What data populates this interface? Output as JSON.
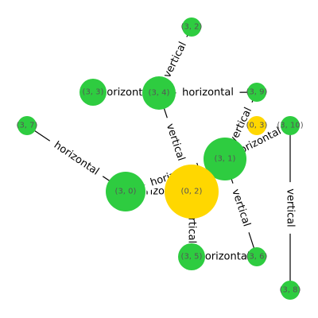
{
  "graph": {
    "colors": {
      "highlight": "#FFD700",
      "normal": "#2ECC40",
      "edge": "#000000",
      "node_label": "#555555"
    },
    "nodes": [
      {
        "id": "n32",
        "label": "(3, 2)",
        "kind": "normal"
      },
      {
        "id": "n33",
        "label": "(3, 3)",
        "kind": "normal"
      },
      {
        "id": "n34",
        "label": "(3, 4)",
        "kind": "normal"
      },
      {
        "id": "n39",
        "label": "(3, 9)",
        "kind": "normal"
      },
      {
        "id": "n37",
        "label": "(3, 7)",
        "kind": "normal"
      },
      {
        "id": "n03",
        "label": "(0, 3)",
        "kind": "highlight"
      },
      {
        "id": "n310",
        "label": "(3, 10)",
        "kind": "normal"
      },
      {
        "id": "n31",
        "label": "(3, 1)",
        "kind": "normal"
      },
      {
        "id": "n30",
        "label": "(3, 0)",
        "kind": "normal"
      },
      {
        "id": "n02",
        "label": "(0, 2)",
        "kind": "highlight"
      },
      {
        "id": "n35",
        "label": "(3, 5)",
        "kind": "normal"
      },
      {
        "id": "n36",
        "label": "(3, 6)",
        "kind": "normal"
      },
      {
        "id": "n38",
        "label": "(3, 8)",
        "kind": "normal"
      }
    ],
    "edges": [
      {
        "from": "n34",
        "to": "n32",
        "label": "vertical"
      },
      {
        "from": "n33",
        "to": "n34",
        "label": "horizontal"
      },
      {
        "from": "n34",
        "to": "n39",
        "label": "horizontal"
      },
      {
        "from": "n34",
        "to": "n02",
        "label": "vertical"
      },
      {
        "from": "n37",
        "to": "n30",
        "label": "horizontal"
      },
      {
        "from": "n30",
        "to": "n02",
        "label": "horizontal"
      },
      {
        "from": "n30",
        "to": "n31",
        "label": "horizontal"
      },
      {
        "from": "n31",
        "to": "n39",
        "label": "vertical"
      },
      {
        "from": "n31",
        "to": "n310",
        "label": "horizontal"
      },
      {
        "from": "n31",
        "to": "n36",
        "label": "vertical"
      },
      {
        "from": "n02",
        "to": "n35",
        "label": "vertical"
      },
      {
        "from": "n35",
        "to": "n36",
        "label": "horizontal"
      },
      {
        "from": "n310",
        "to": "n38",
        "label": "vertical"
      }
    ]
  }
}
